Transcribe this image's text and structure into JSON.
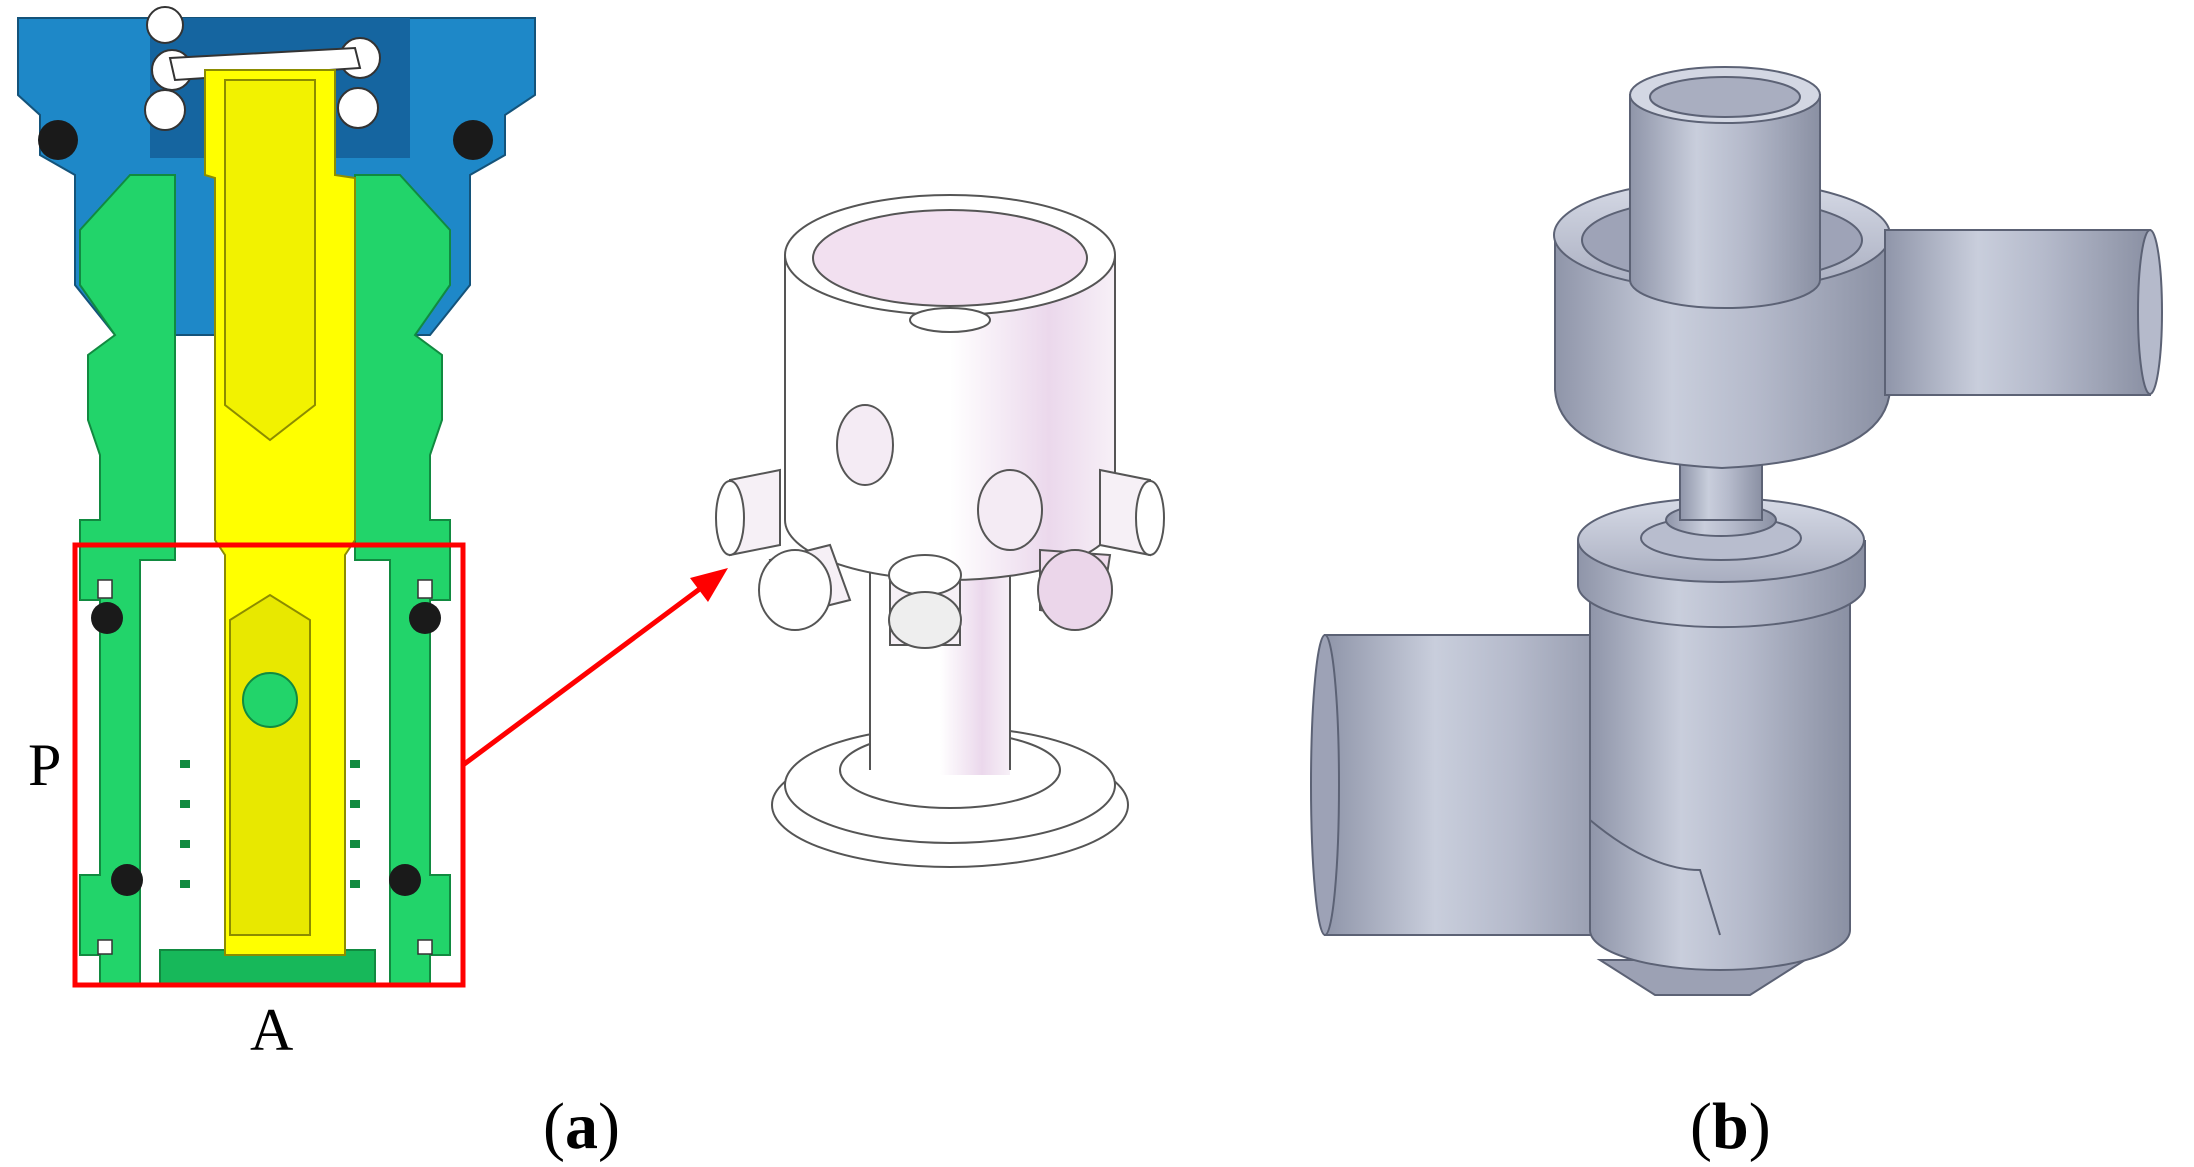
{
  "labels": {
    "port_p": "P",
    "port_a": "A"
  },
  "captions": {
    "a": {
      "open": "(",
      "letter": "a",
      "close": ")"
    },
    "b": {
      "open": "(",
      "letter": "b",
      "close": ")"
    }
  },
  "colors": {
    "housing_blue": "#1E88C8",
    "sleeve_green": "#22D46A",
    "spool_yellow": "#FFFF00",
    "callout_red": "#FF0000",
    "seal_black": "#1A1A1A",
    "cad_gray": "#BFC4D6",
    "ghost_pink": "#F2E6F2"
  },
  "icons": {
    "section": "valve-cross-section",
    "spool_part": "spool-isometric-drawing",
    "flow_volume": "flow-domain-3d-model"
  }
}
